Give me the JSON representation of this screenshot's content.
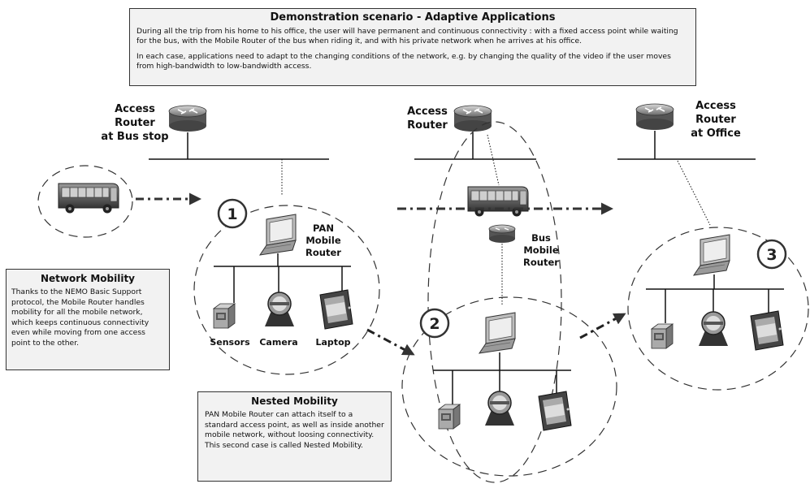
{
  "scenario": {
    "title": "Demonstration scenario - Adaptive Applications",
    "para1": "During all the trip from his home to his office, the user will have permanent and continuous connectivity : with a fixed access point while waiting for the bus, with the Mobile Router of the bus when riding it, and with his private network when he arrives at his office.",
    "para2": "In each case, applications need to adapt to the changing conditions of the network, e.g. by changing the quality of the video if the user moves from high-bandwidth to low-bandwidth access."
  },
  "network_mobility": {
    "title": "Network Mobility",
    "text": "Thanks to the NEMO Basic Support protocol, the Mobile Router handles mobility for all the mobile network, which keeps continuous connectivity even while moving from one access point to the other."
  },
  "nested_mobility": {
    "title": "Nested Mobility",
    "text": "PAN Mobile Router can attach itself to a standard access point, as well as inside another mobile network, without loosing connectivity. This second case is called Nested Mobility."
  },
  "labels": {
    "router_bus_stop": [
      "Access",
      "Router",
      "at Bus stop"
    ],
    "router_middle": [
      "Access",
      "Router"
    ],
    "router_office": [
      "Access",
      "Router",
      "at Office"
    ],
    "pan_router": [
      "PAN",
      "Mobile",
      "Router"
    ],
    "bus_router": [
      "Bus",
      "Mobile",
      "Router"
    ],
    "sensors": "Sensors",
    "camera": "Camera",
    "laptop": "Laptop"
  },
  "steps": [
    "1",
    "2",
    "3"
  ]
}
